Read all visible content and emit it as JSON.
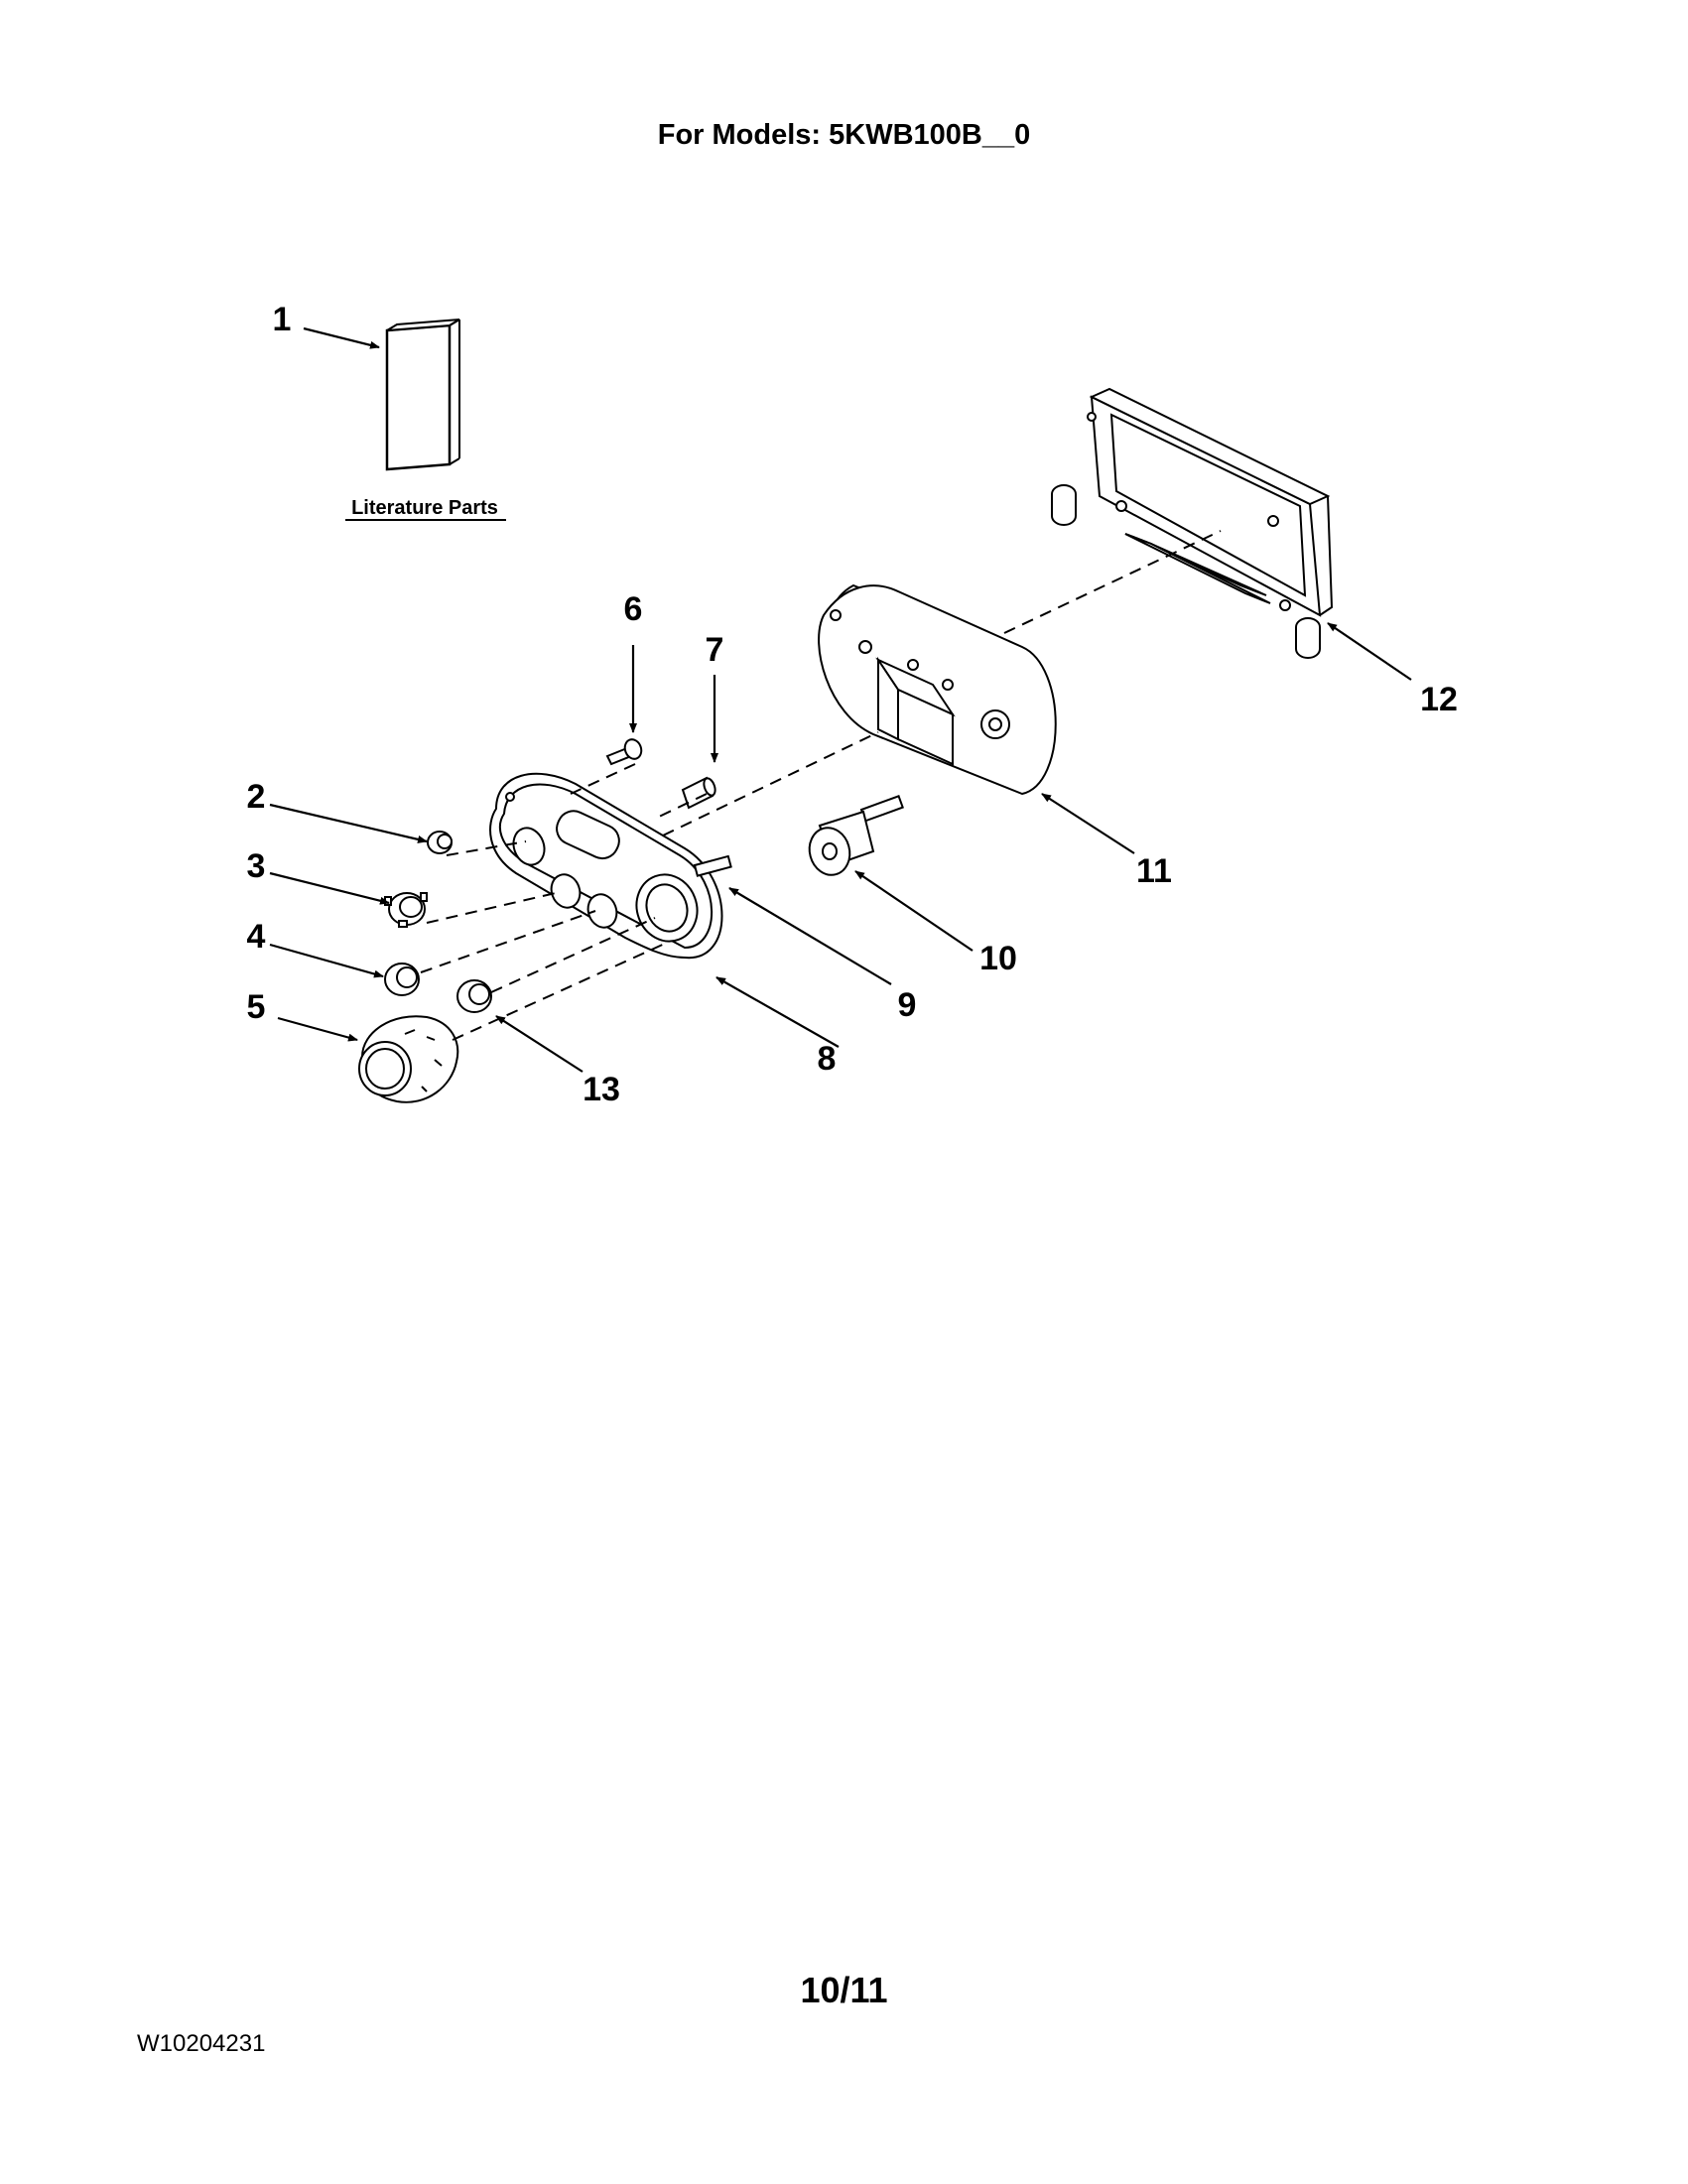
{
  "header": {
    "title": "For Models: 5KWB100B__0"
  },
  "footer": {
    "page_number": "10/11",
    "document_number": "W10204231"
  },
  "diagram": {
    "literature_label": "Literature Parts",
    "callouts": [
      "1",
      "2",
      "3",
      "4",
      "5",
      "6",
      "7",
      "8",
      "9",
      "10",
      "11",
      "12",
      "13"
    ]
  }
}
